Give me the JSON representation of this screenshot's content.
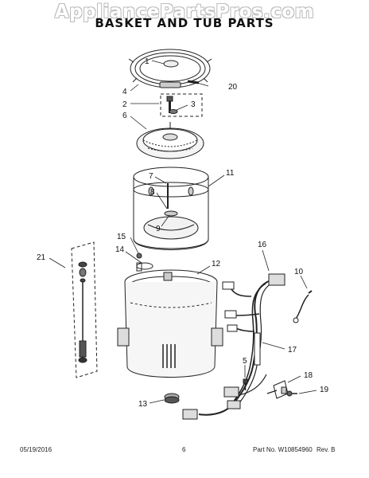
{
  "watermark": "AppliancePartsPros.com",
  "title": "BASKET AND TUB PARTS",
  "callouts": [
    "1",
    "2",
    "3",
    "4",
    "5",
    "6",
    "7",
    "8",
    "9",
    "10",
    "11",
    "12",
    "13",
    "14",
    "15",
    "16",
    "17",
    "18",
    "19",
    "20",
    "21"
  ],
  "footer": {
    "date": "05/19/2016",
    "page": "6",
    "part_no": "Part No. W10854960",
    "rev": "Rev. B"
  }
}
